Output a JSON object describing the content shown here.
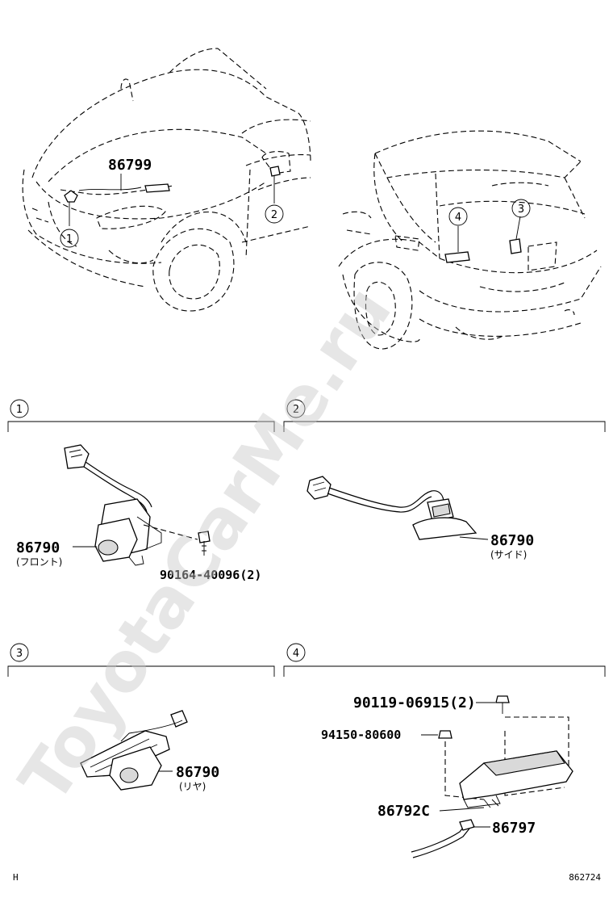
{
  "diagram": {
    "callouts": [
      "1",
      "2",
      "3",
      "4"
    ],
    "overview_part": "86799",
    "section1": {
      "marker": "1",
      "part": "86790",
      "note": "(フロント)",
      "bolt": "90164-40096(2)"
    },
    "section2": {
      "marker": "2",
      "part": "86790",
      "note": "(サイド)"
    },
    "section3": {
      "marker": "3",
      "part": "86790",
      "note": "(リヤ)"
    },
    "section4": {
      "marker": "4",
      "screw": "90119-06915(2)",
      "nut": "94150-80600",
      "cover": "86792C",
      "harness": "86797"
    },
    "footer": {
      "left": "H",
      "right": "862724"
    },
    "watermark": "ToyotaCarMe.ru"
  }
}
